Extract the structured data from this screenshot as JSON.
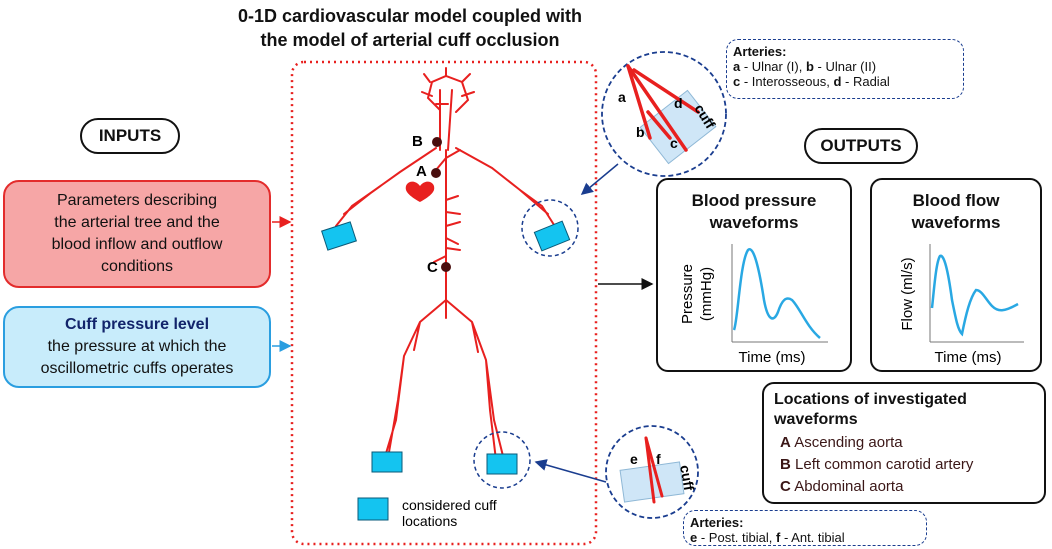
{
  "title": [
    "0-1D cardiovascular model coupled with",
    "the model of arterial cuff occlusion"
  ],
  "inputs_label": "INPUTS",
  "outputs_label": "OUTPUTS",
  "input1": [
    "Parameters describing",
    "the arterial tree and the",
    "blood inflow and outflow",
    "conditions"
  ],
  "input2": {
    "heading": "Cuff pressure level",
    "lines": [
      "the pressure at which the",
      "oscillometric cuffs operates"
    ]
  },
  "arteries_arm": {
    "heading": "Arteries:",
    "line1_a": "a",
    "line1_a_txt": " - Ulnar (I), ",
    "line1_b": "b",
    "line1_b_txt": " - Ulnar (II)",
    "line2_c": "c",
    "line2_c_txt": " - Interosseous, ",
    "line2_d": "d",
    "line2_d_txt": " - Radial"
  },
  "arteries_leg": {
    "heading": "Arteries:",
    "e": "e",
    "e_txt": " - Post. tibial, ",
    "f": "f",
    "f_txt": " - Ant. tibial"
  },
  "body_labels": {
    "A": "A",
    "B": "B",
    "C": "C"
  },
  "inset_arm_labels": {
    "a": "a",
    "b": "b",
    "c": "c",
    "d": "d",
    "cuff": "cuff"
  },
  "inset_leg_labels": {
    "e": "e",
    "f": "f",
    "cuff": "cuff"
  },
  "legend_cuff": [
    "considered cuff",
    "locations"
  ],
  "pressure_panel": {
    "title": [
      "Blood pressure",
      "waveforms"
    ],
    "ylabel": [
      "Pressure",
      "(mmHg)"
    ],
    "xlabel": "Time (ms)"
  },
  "flow_panel": {
    "title": [
      "Blood flow",
      "waveforms"
    ],
    "ylabel": "Flow (ml/s)",
    "xlabel": "Time (ms)"
  },
  "locations": {
    "title": [
      "Locations of investigated",
      "waveforms"
    ],
    "items": [
      {
        "letter": "A",
        "text": "Ascending aorta"
      },
      {
        "letter": "B",
        "text": "Left common carotid artery"
      },
      {
        "letter": "C",
        "text": "Abdominal aorta"
      }
    ]
  },
  "colors": {
    "artery": "#e8201f",
    "cuff": "#14c4f0",
    "input1_bg": "#f6a6a6",
    "input1_border": "#e32c2c",
    "input2_bg": "#c8ecfb",
    "input2_border": "#2a9ee0",
    "dashed_blue": "#1a3d8f",
    "wave": "#29a8e3"
  }
}
